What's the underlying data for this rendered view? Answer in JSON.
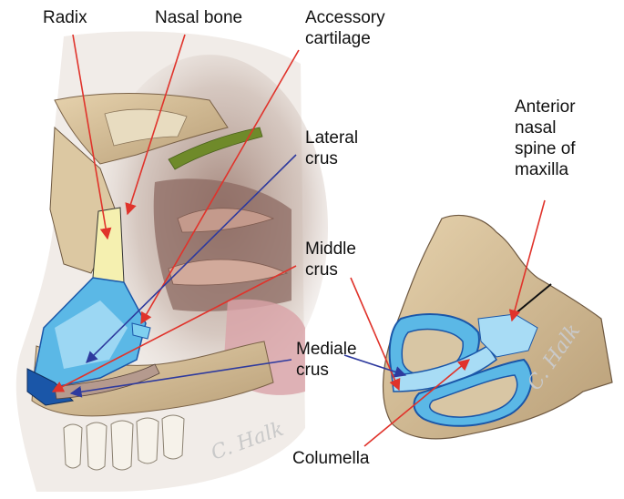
{
  "labels": {
    "radix": "Radix",
    "nasal_bone": "Nasal bone",
    "accessory_cartilage": "Accessory\ncartilage",
    "lateral_crus": "Lateral\ncrus",
    "middle_crus": "Middle\ncrus",
    "mediale_crus": "Mediale\ncrus",
    "anterior_nasal_spine": "Anterior\nnasal\nspine of\nmaxilla",
    "columella": "Columella"
  },
  "signature": "C. Halk",
  "colors": {
    "red_arrow": "#e0332b",
    "blue_arrow": "#2e3a9e",
    "cartilage_blue": "#5bb8e6",
    "cartilage_light": "#a8dcf5",
    "cartilage_dark": "#1a56a8",
    "radix_yellow": "#f5f0b0",
    "bone": "#d9c29b",
    "soft_tissue": "#b59a8e"
  }
}
